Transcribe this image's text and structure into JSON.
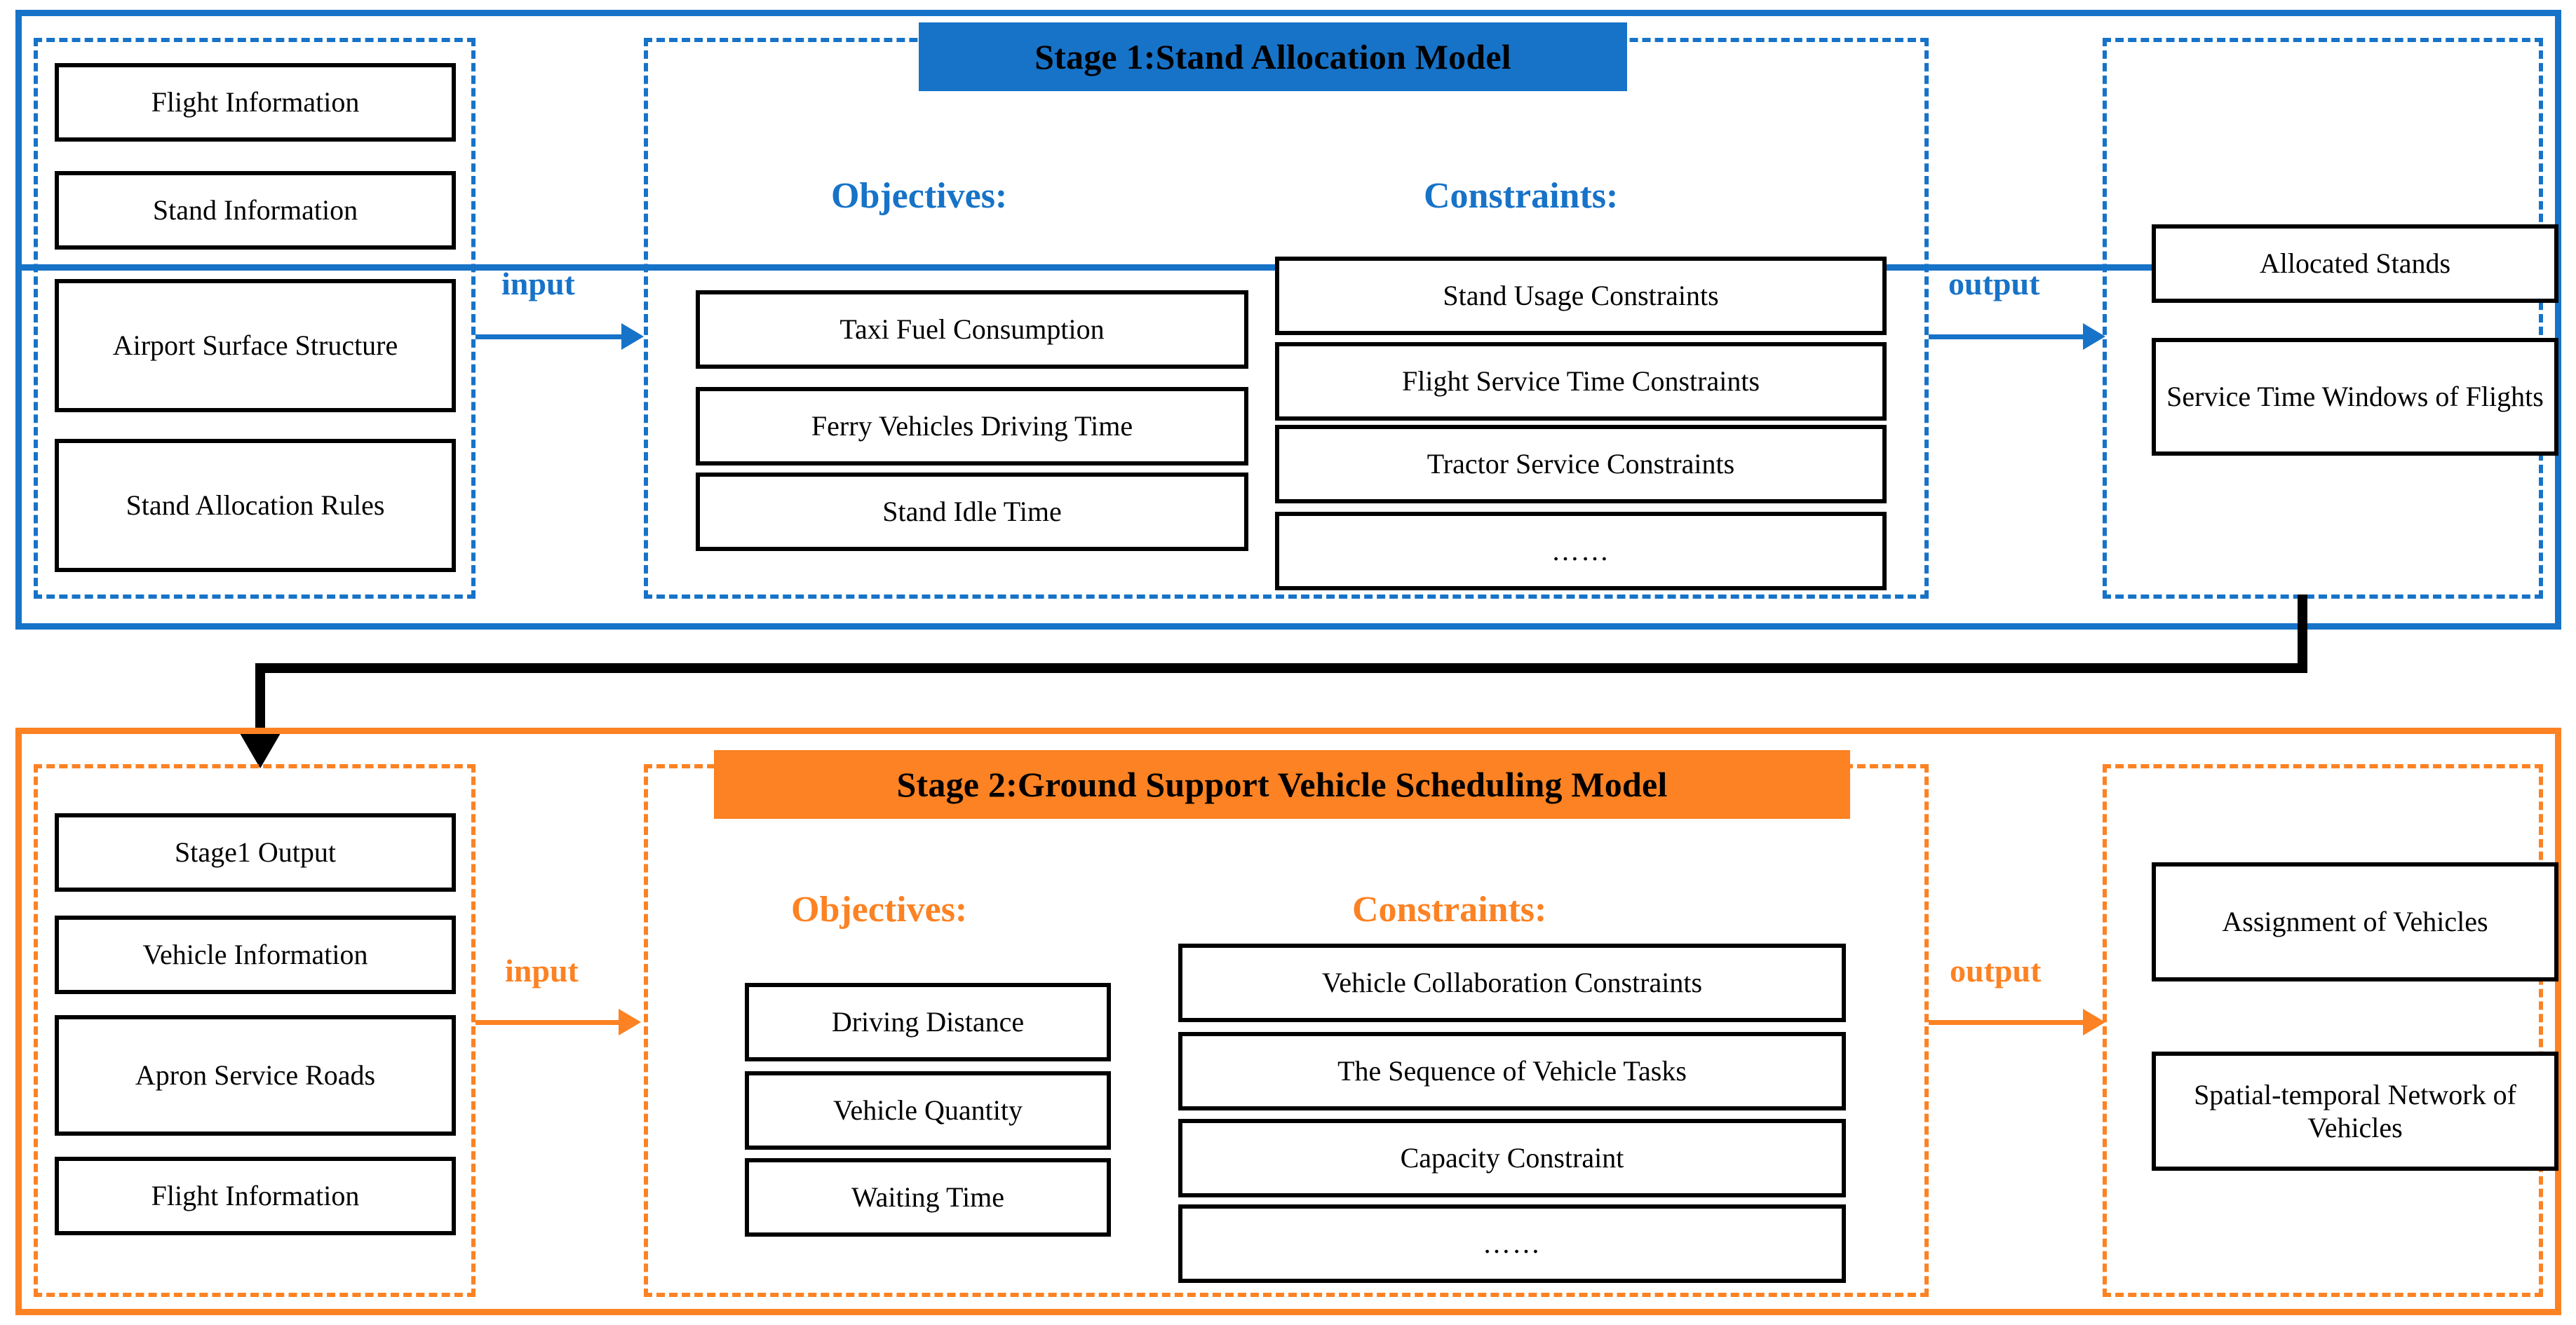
{
  "colors": {
    "stage1_accent": "#1773c8",
    "stage2_accent": "#fc8223",
    "box_border": "#000000",
    "background": "#ffffff"
  },
  "stage1": {
    "title": "Stage 1:Stand Allocation Model",
    "input_label": "input",
    "output_label": "output",
    "objectives_heading": "Objectives:",
    "constraints_heading": "Constraints:",
    "inputs": [
      "Flight Information",
      "Stand Information",
      "Airport Surface Structure",
      "Stand Allocation Rules"
    ],
    "objectives": [
      "Taxi Fuel Consumption",
      "Ferry Vehicles Driving Time",
      "Stand Idle Time"
    ],
    "constraints": [
      "Stand Usage Constraints",
      "Flight Service Time Constraints",
      "Tractor Service Constraints",
      "……"
    ],
    "outputs": [
      "Allocated Stands",
      "Service Time Windows of Flights"
    ]
  },
  "stage2": {
    "title": "Stage 2:Ground Support Vehicle Scheduling Model",
    "input_label": "input",
    "output_label": "output",
    "objectives_heading": "Objectives:",
    "constraints_heading": "Constraints:",
    "inputs": [
      "Stage1 Output",
      "Vehicle Information",
      "Apron Service Roads",
      "Flight Information"
    ],
    "objectives": [
      "Driving Distance",
      "Vehicle Quantity",
      "Waiting Time"
    ],
    "constraints": [
      "Vehicle Collaboration Constraints",
      "The Sequence of Vehicle Tasks",
      "Capacity Constraint",
      "……"
    ],
    "outputs": [
      "Assignment of Vehicles",
      "Spatial-temporal Network of Vehicles"
    ]
  },
  "connector": {
    "name": "stage1-to-stage2-connector"
  }
}
